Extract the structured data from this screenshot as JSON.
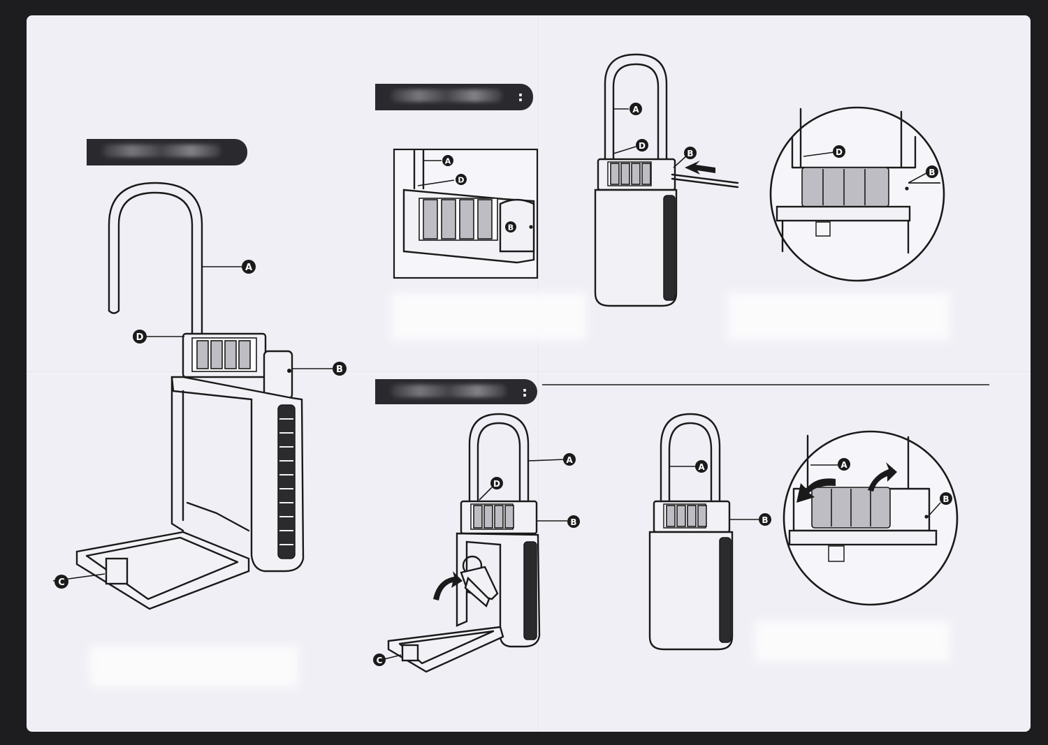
{
  "banners": {
    "step1": {
      "colon": ""
    },
    "step2": {
      "colon": ":"
    },
    "step3": {
      "colon": ":"
    }
  },
  "labels": {
    "a": "A",
    "b": "B",
    "c": "C",
    "d": "D"
  },
  "colors": {
    "ink": "#1a1a1a",
    "paper": "#efeff5",
    "banner": "#2a2a2e",
    "frame": "#1d1d1f"
  }
}
